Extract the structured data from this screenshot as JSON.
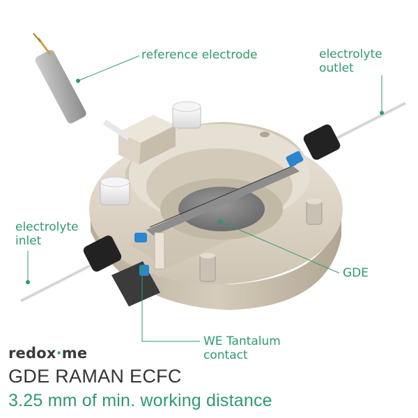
{
  "labels": {
    "reference_electrode": "reference electrode",
    "electrolyte_outlet": "electrolyte\noutlet",
    "electrolyte_inlet": "electrolyte\ninlet",
    "gde": "GDE",
    "we_contact": "WE Tantalum\ncontact"
  },
  "brand": {
    "part1": "redox",
    "dot": "·",
    "part2": "me"
  },
  "title": "GDE RAMAN ECFC",
  "subtitle": "3.25 mm of min. working distance",
  "colors": {
    "accent": "#2e9a6e",
    "body": "#ddd4c5",
    "knob": "#222222",
    "seal": "#2a86d0"
  }
}
